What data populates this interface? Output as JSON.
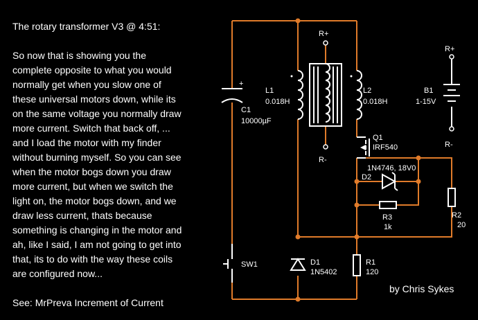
{
  "narrative": {
    "title": "The rotary transformer V3 @ 4:51:",
    "lines": [
      "So now that is showing you the",
      "complete opposite to what you would",
      "normally get when you slow one of",
      "these universal motors down, while its",
      "on the same voltage you normally draw",
      "more current. Switch that back off, ...",
      "and I load the motor with my finder",
      "without burning myself. So you can see",
      "when the motor bogs down you draw",
      "more current, but when we switch the",
      "light on, the motor bogs down, and we",
      "draw less current, thats because",
      "something is changing in the motor and",
      "ah, like I said, I am not going to get into",
      "that, its to do with the way these coils",
      "are configured now..."
    ],
    "reference": "See: MrPreva Increment of Current"
  },
  "credit": "by Chris Sykes",
  "components": {
    "c1": {
      "ref": "C1",
      "value": "10000µF",
      "polarity": "+"
    },
    "l1": {
      "ref": "L1",
      "value": "0.018H"
    },
    "l2": {
      "ref": "L2",
      "value": "0.018H"
    },
    "rotor": {
      "top": "R+",
      "bottom": "R-"
    },
    "b1": {
      "ref": "B1",
      "value": "1-15V",
      "top": "R+",
      "bottom": "R-"
    },
    "q1": {
      "ref": "Q1",
      "value": "IRF540"
    },
    "d2": {
      "ref": "D2",
      "value": "1N4746, 18V0"
    },
    "r3": {
      "ref": "R3",
      "value": "1k"
    },
    "r2": {
      "ref": "R2",
      "value": "20"
    },
    "sw1": {
      "ref": "SW1"
    },
    "d1": {
      "ref": "D1",
      "value": "1N5402"
    },
    "r1": {
      "ref": "R1",
      "value": "120"
    }
  },
  "colors": {
    "background": "#000000",
    "wire": "#e07b2a",
    "component": "#ffffff",
    "text": "#ffffff"
  }
}
